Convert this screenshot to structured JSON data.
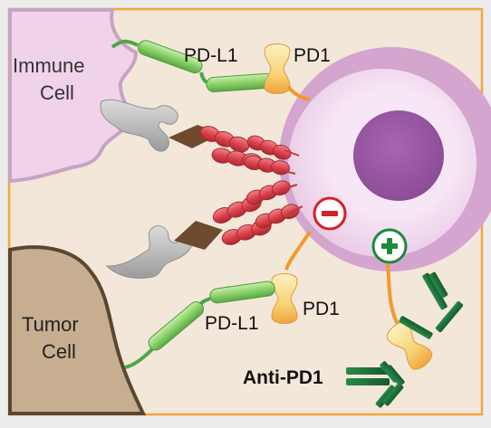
{
  "labels": {
    "immune_cell_line1": "Immune",
    "immune_cell_line2": "Cell",
    "tumor_cell_line1": "Tumor",
    "tumor_cell_line2": "Cell",
    "pdl1_top": "PD-L1",
    "pd1_top": "PD1",
    "pd1_bottom": "PD1",
    "pdl1_bottom": "PD-L1",
    "anti_pd1": "Anti-PD1",
    "minus_sign": "−",
    "plus_sign": "+"
  },
  "colors": {
    "frame_border": "#f4a63c",
    "background": "#f3e7da",
    "outer_bg": "#ececec",
    "immune_cell": "#f0d2ea",
    "immune_cell_edge": "#c7a3c3",
    "tumor_cell": "#c8ae91",
    "tumor_cell_edge": "#5b4630",
    "t_cell_outer": "#d4a5cf",
    "t_cell_inner": "#f7e7f6",
    "nucleus": "#9a5aa3",
    "pd1": "#f9d57a",
    "pdl1": "#8bd06b",
    "connector_green": "#4aa84a",
    "connector_orange": "#f29a2b",
    "tcr_red": "#d8404a",
    "mhc_gray": "#b9b9b9",
    "antigen_brown": "#6e4a2e",
    "antibody": "#1f6b3a",
    "minus_ring": "#d5202a",
    "plus_ring": "#1d8a3a"
  }
}
